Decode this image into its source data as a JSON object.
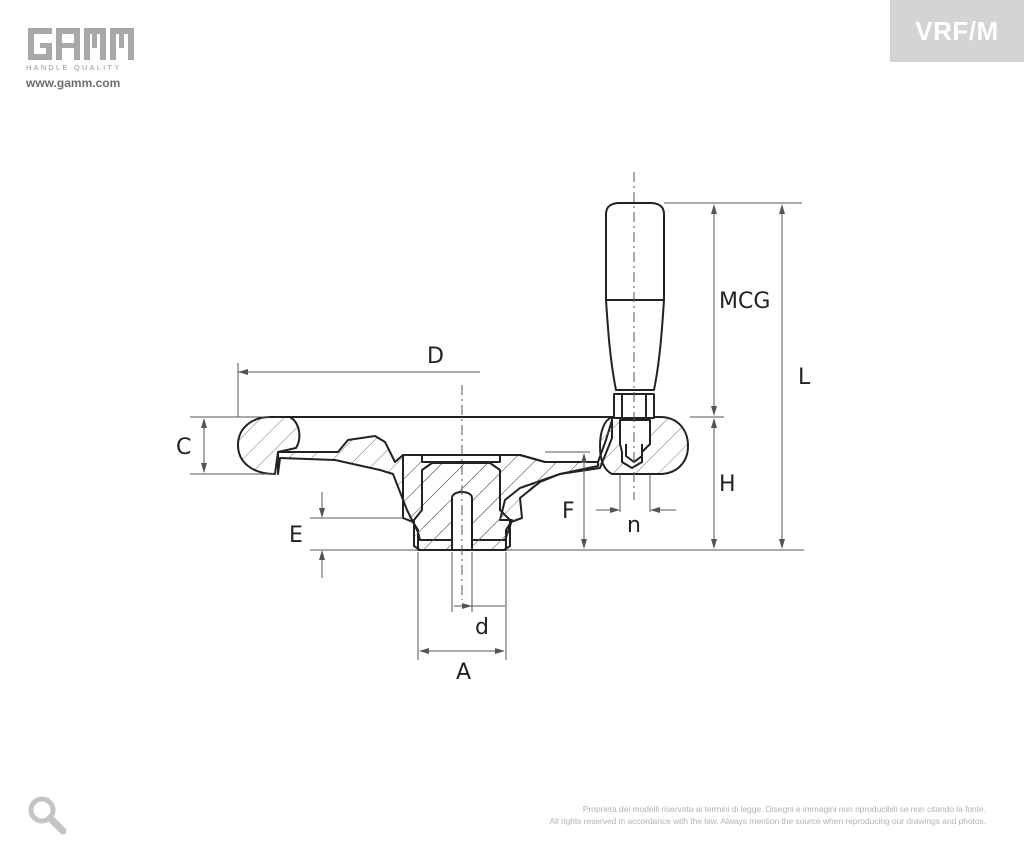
{
  "brand": {
    "name": "GAMM",
    "tagline": "HANDLE QUALITY",
    "url": "www.gamm.com"
  },
  "product_code": "VRF/M",
  "dimensions": {
    "D": "D",
    "C": "C",
    "E": "E",
    "F": "F",
    "MCG": "MCG",
    "L": "L",
    "H": "H",
    "n": "n",
    "d": "d",
    "A": "A"
  },
  "footer": {
    "line1": "Proprietà dei modelli riservata ai termini di legge. Disegni e immagini non riproducibili se non citando la fonte.",
    "line2": "All rights reserved in accordance with the law. Always mention the source when reproducing our drawings and photos."
  },
  "icons": {
    "zoom": "magnifier-icon"
  },
  "colors": {
    "line": "#222222",
    "hatch": "#555555",
    "logo": "#a8a8a8",
    "badge": "#d4d4d4"
  }
}
